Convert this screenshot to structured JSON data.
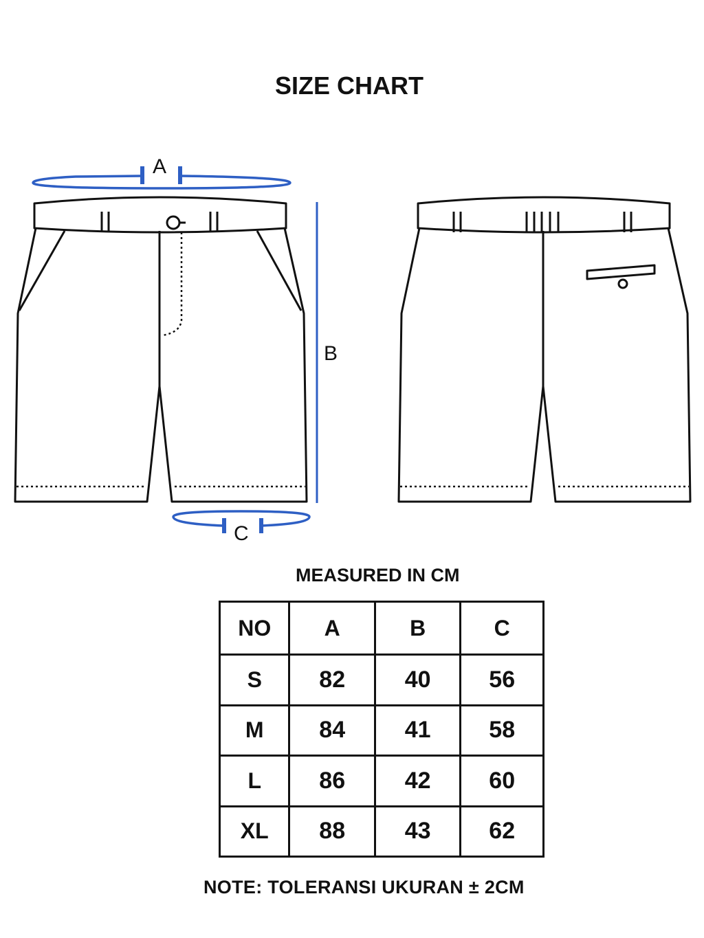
{
  "title": "SIZE CHART",
  "dimension_labels": {
    "a": "A",
    "b": "B",
    "c": "C"
  },
  "unit_note": "MEASURED IN CM",
  "table": {
    "headers": [
      "NO",
      "A",
      "B",
      "C"
    ],
    "rows": [
      [
        "S",
        "82",
        "40",
        "56"
      ],
      [
        "M",
        "84",
        "41",
        "58"
      ],
      [
        "L",
        "86",
        "42",
        "60"
      ],
      [
        "XL",
        "88",
        "43",
        "62"
      ]
    ]
  },
  "note": "NOTE: TOLERANSI UKURAN ± 2CM",
  "colors": {
    "measure_blue": "#2e5fc4",
    "line": "#111111",
    "background": "#ffffff"
  },
  "icons": [
    "front-shorts-drawing",
    "back-shorts-drawing"
  ]
}
